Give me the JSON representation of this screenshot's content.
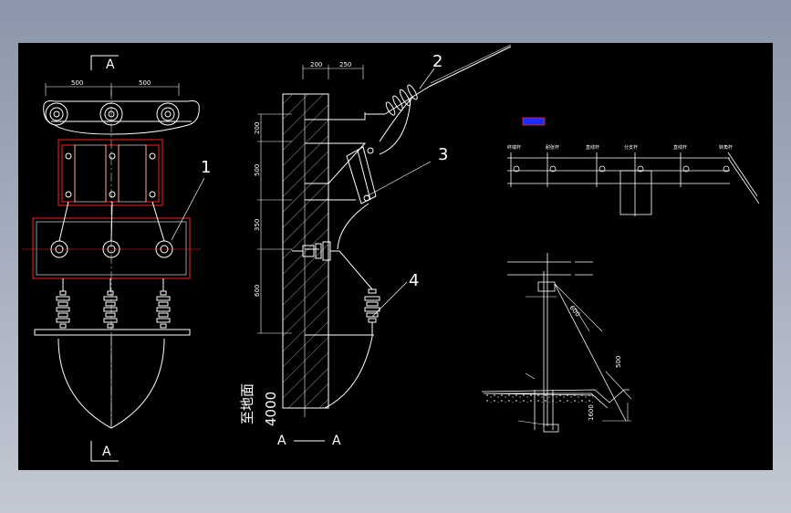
{
  "colors": {
    "background": "#000000",
    "line": "#ffffff",
    "highlight": "#ff2020",
    "marker_fill": "#1a2cff"
  },
  "front_view": {
    "section_top_label": "A",
    "section_bottom_label": "A",
    "dim_left": "500",
    "dim_right": "500",
    "callout": "1"
  },
  "side_view": {
    "dim_top_left": "200",
    "dim_top_right": "250",
    "dims_vertical": [
      "200",
      "500",
      "350",
      "600"
    ],
    "ground_label": "至地面",
    "ground_value": "4000",
    "callouts": [
      "2",
      "3",
      "4"
    ],
    "section_left": "A",
    "section_right": "A"
  },
  "line_profile": {
    "labels": [
      "终端杆",
      "耐张杆",
      "直线杆",
      "分支杆",
      "直线杆",
      "转角杆"
    ]
  },
  "pole_detail": {
    "dim_guy": "600",
    "dim_height": "500",
    "dim_depth": "1600"
  }
}
